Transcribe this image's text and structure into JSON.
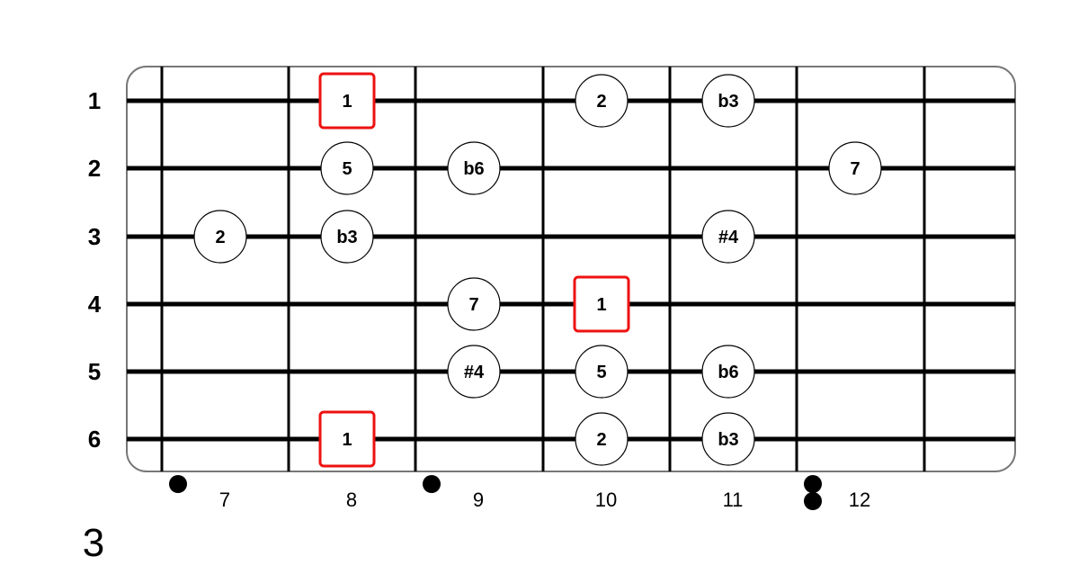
{
  "diagram": {
    "type": "guitar-fretboard-scale",
    "position_label": "3",
    "colors": {
      "string": "#000000",
      "fret": "#000000",
      "board_border": "#777777",
      "root_border": "#ee1111",
      "note_border": "#000000",
      "note_fill": "#ffffff"
    },
    "strings": [
      {
        "label": "1"
      },
      {
        "label": "2"
      },
      {
        "label": "3"
      },
      {
        "label": "4"
      },
      {
        "label": "5"
      },
      {
        "label": "6"
      }
    ],
    "fret_numbers": [
      "7",
      "8",
      "9",
      "10",
      "11",
      "12"
    ],
    "inlays": [
      {
        "after_fret": "7",
        "count": 1
      },
      {
        "after_fret": "9",
        "count": 1
      },
      {
        "after_fret": "12",
        "count": 2
      }
    ],
    "notes": [
      {
        "string": 1,
        "fret": "8",
        "label": "1",
        "root": true
      },
      {
        "string": 1,
        "fret": "10",
        "label": "2",
        "root": false
      },
      {
        "string": 1,
        "fret": "11",
        "label": "b3",
        "root": false
      },
      {
        "string": 2,
        "fret": "8",
        "label": "5",
        "root": false
      },
      {
        "string": 2,
        "fret": "9",
        "label": "b6",
        "root": false
      },
      {
        "string": 2,
        "fret": "12",
        "label": "7",
        "root": false
      },
      {
        "string": 3,
        "fret": "7",
        "label": "2",
        "root": false
      },
      {
        "string": 3,
        "fret": "8",
        "label": "b3",
        "root": false
      },
      {
        "string": 3,
        "fret": "11",
        "label": "#4",
        "root": false
      },
      {
        "string": 4,
        "fret": "9",
        "label": "7",
        "root": false
      },
      {
        "string": 4,
        "fret": "10",
        "label": "1",
        "root": true
      },
      {
        "string": 5,
        "fret": "9",
        "label": "#4",
        "root": false
      },
      {
        "string": 5,
        "fret": "10",
        "label": "5",
        "root": false
      },
      {
        "string": 5,
        "fret": "11",
        "label": "b6",
        "root": false
      },
      {
        "string": 6,
        "fret": "8",
        "label": "1",
        "root": true
      },
      {
        "string": 6,
        "fret": "10",
        "label": "2",
        "root": false
      },
      {
        "string": 6,
        "fret": "11",
        "label": "b3",
        "root": false
      }
    ]
  }
}
